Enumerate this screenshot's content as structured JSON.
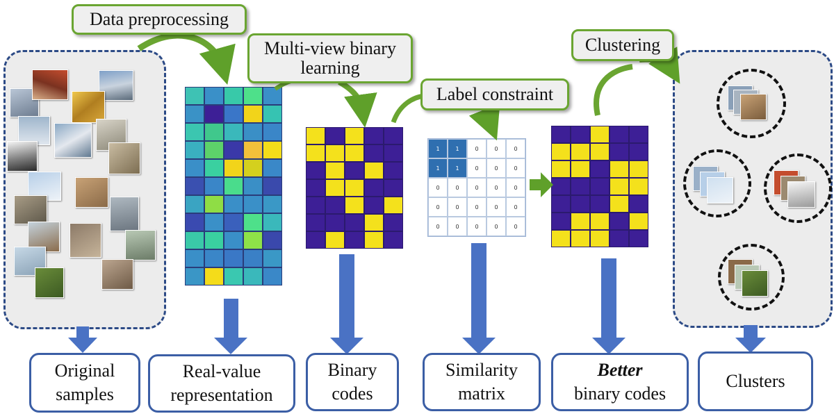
{
  "process_labels": {
    "data_preprocessing": "Data preprocessing",
    "multi_view_line1": "Multi-view binary",
    "multi_view_line2": "learning",
    "label_constraint": "Label constraint",
    "clustering": "Clustering"
  },
  "output_labels": {
    "original_line1": "Original",
    "original_line2": "samples",
    "realvalue_line1": "Real-value",
    "realvalue_line2": "representation",
    "binary_line1": "Binary",
    "binary_line2": "codes",
    "similarity_line1": "Similarity",
    "similarity_line2": "matrix",
    "better_word": "Better",
    "better_rest": "binary codes",
    "clusters": "Clusters"
  },
  "colors": {
    "panel_border": "#2c4a86",
    "process_border": "#6aa531",
    "output_border": "#3b5ea5",
    "down_arrow": "#4a72c4",
    "binary_one": "#f4e11c",
    "binary_zero": "#3d1f96",
    "similarity_on": "#2f6fb0"
  },
  "real_value_matrix": {
    "colors": [
      [
        "#3ec2b4",
        "#3a90c8",
        "#38c9a9",
        "#4ee08a",
        "#3a8fc8"
      ],
      [
        "#3a92c6",
        "#3d1f96",
        "#3a76c8",
        "#f2d41a",
        "#36c3b2"
      ],
      [
        "#3bc6b0",
        "#40c88c",
        "#3ab8bb",
        "#3a8fc6",
        "#3a86c8"
      ],
      [
        "#3ab0c0",
        "#5dd26a",
        "#3a38a8",
        "#f3c03a",
        "#f4dc1a"
      ],
      [
        "#3a8fc8",
        "#3ad0a0",
        "#f2d41a",
        "#d4d01e",
        "#3a88c8"
      ],
      [
        "#3a50b0",
        "#3a86c8",
        "#4adc8c",
        "#3a8fc6",
        "#3a4aac"
      ],
      [
        "#3aa4c2",
        "#8fdd45",
        "#3a8fc8",
        "#3a90c8",
        "#3a98c6"
      ],
      [
        "#3a4ab0",
        "#3a90c8",
        "#3a60bc",
        "#4ee08a",
        "#3ab8bb"
      ],
      [
        "#3ac9a8",
        "#3ad0a0",
        "#3a8fc8",
        "#8ee248",
        "#3a48ac"
      ],
      [
        "#3a8fc8",
        "#3a86c8",
        "#3a78c6",
        "#3a80c6",
        "#3a98c6"
      ],
      [
        "#3a96c6",
        "#f4dc1a",
        "#3ac8b0",
        "#3ab8bb",
        "#3a88c8"
      ]
    ]
  },
  "binary_codes": [
    [
      1,
      0,
      1,
      0,
      0
    ],
    [
      1,
      1,
      1,
      0,
      0
    ],
    [
      0,
      1,
      0,
      1,
      0
    ],
    [
      0,
      1,
      1,
      0,
      0
    ],
    [
      0,
      0,
      1,
      0,
      1
    ],
    [
      0,
      0,
      0,
      1,
      0
    ],
    [
      0,
      1,
      0,
      1,
      0
    ]
  ],
  "better_binary_codes": [
    [
      0,
      0,
      1,
      0,
      0
    ],
    [
      1,
      1,
      1,
      0,
      0
    ],
    [
      1,
      1,
      0,
      1,
      1
    ],
    [
      0,
      0,
      0,
      1,
      1
    ],
    [
      0,
      0,
      0,
      1,
      0
    ],
    [
      0,
      1,
      1,
      0,
      1
    ],
    [
      1,
      1,
      1,
      0,
      0
    ]
  ],
  "similarity_matrix": [
    [
      "1",
      "1",
      "0",
      "0",
      "0"
    ],
    [
      "1",
      "1",
      "0",
      "0",
      "0"
    ],
    [
      "0",
      "0",
      "0",
      "0",
      "0"
    ],
    [
      "0",
      "0",
      "0",
      "0",
      "0"
    ],
    [
      "0",
      "0",
      "0",
      "0",
      "0"
    ]
  ]
}
